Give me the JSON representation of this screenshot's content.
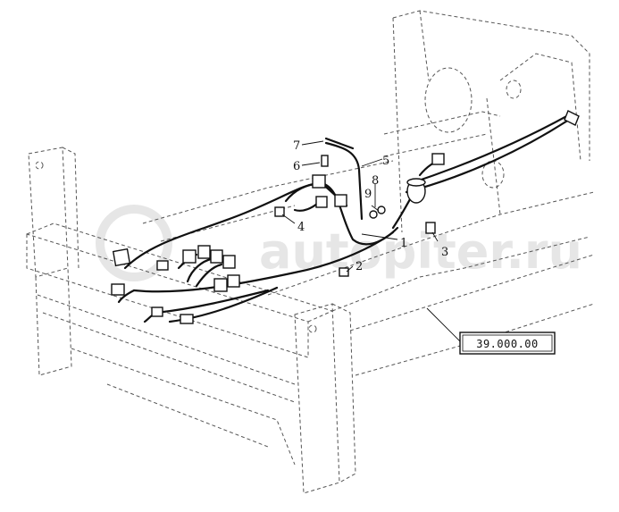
{
  "callouts": {
    "c1": "1",
    "c2": "2",
    "c3": "3",
    "c4": "4",
    "c5": "5",
    "c6": "6",
    "c7": "7",
    "c8": "8",
    "c9": "9"
  },
  "reference_box": {
    "label": "39.000.00"
  },
  "watermark": {
    "text": "autopiter.ru"
  },
  "colors": {
    "line": "#111111",
    "frame": "#555555",
    "watermark": "#e6e6e6"
  }
}
